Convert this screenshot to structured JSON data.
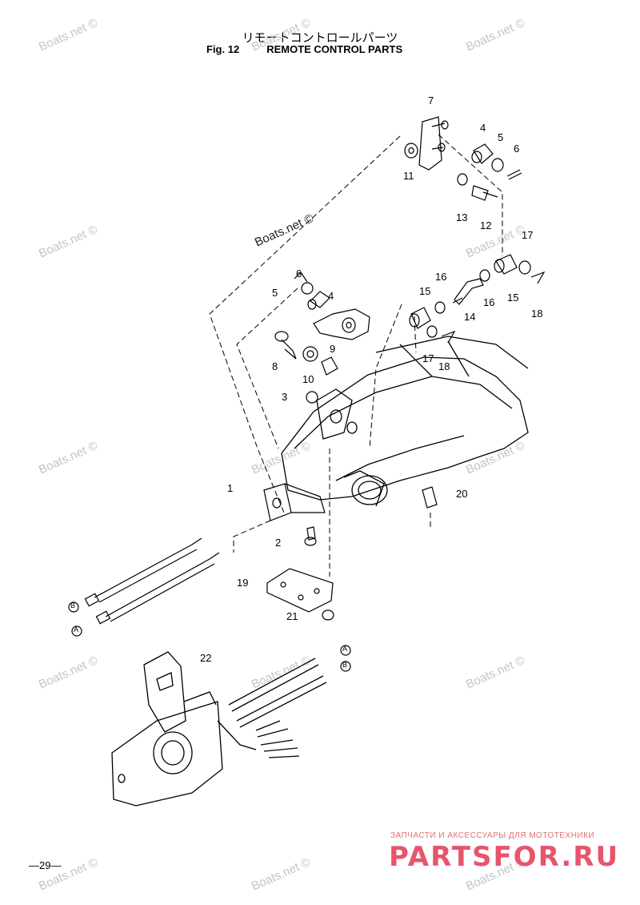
{
  "title": {
    "japanese": "リモートコントロールパーツ",
    "fig": "Fig. 12",
    "english": "REMOTE CONTROL PARTS"
  },
  "watermark": "Boats.net ©",
  "diagram_label": "Boats.net ©",
  "callouts": {
    "n1": "1",
    "n2": "2",
    "n3": "3",
    "n4a": "4",
    "n4b": "4",
    "n5a": "5",
    "n5b": "5",
    "n6a": "6",
    "n6b": "6",
    "n7": "7",
    "n8": "8",
    "n9": "9",
    "n10": "10",
    "n11": "11",
    "n12": "12",
    "n13": "13",
    "n14": "14",
    "n15a": "15",
    "n15b": "15",
    "n16a": "16",
    "n16b": "16",
    "n17a": "17",
    "n17b": "17",
    "n18a": "18",
    "n18b": "18",
    "n19": "19",
    "n20": "20",
    "n21": "21",
    "n22": "22"
  },
  "markers": {
    "a": "A",
    "b": "B"
  },
  "page_number": "—29—",
  "footer": {
    "tagline": "ЗАПЧАСТИ И АКСЕССУАРЫ ДЛЯ МОТОТЕХНИКИ",
    "logo": "PARTSFOR.RU"
  },
  "colors": {
    "line": "#000000",
    "watermark": "#c4c4c4",
    "logo": "#e8546c"
  }
}
